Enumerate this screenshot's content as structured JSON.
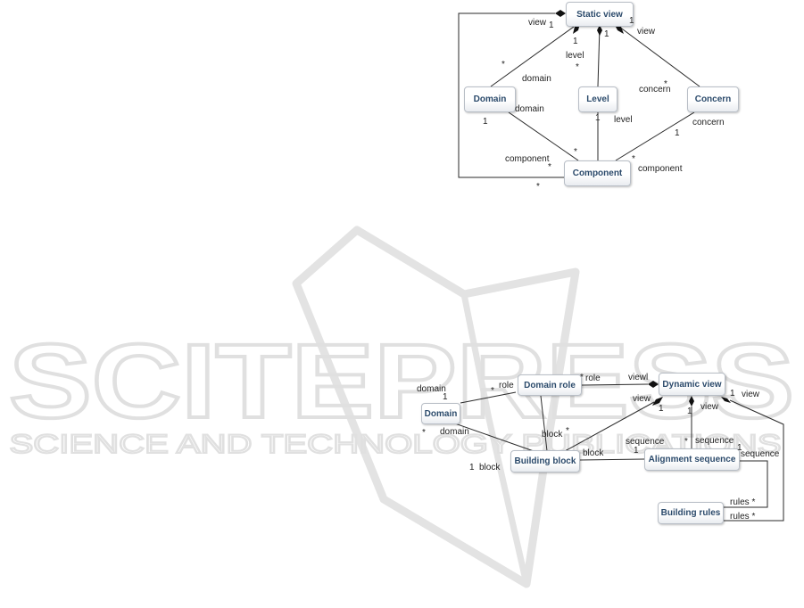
{
  "watermark": {
    "brand": "SCITEPRESS",
    "tagline": "SCIENCE AND TECHNOLOGY PUBLICATIONS"
  },
  "static_diagram": {
    "classes": {
      "static_view": "Static view",
      "domain": "Domain",
      "level": "Level",
      "concern": "Concern",
      "component": "Component"
    },
    "labels": {
      "view_left": "view",
      "one_view_left": "1",
      "one_sv_a": "1",
      "one_sv_b": "1",
      "one_sv_right": "1",
      "view_right": "view",
      "level_role": "level",
      "star_level": "*",
      "star_domain_top": "*",
      "domain_role_top": "domain",
      "concern_star": "*",
      "concern_role": "concern",
      "domain_role_low": "domain",
      "one_domain": "1",
      "level_low": "level",
      "concern_low": "concern",
      "one_concern": "1",
      "star_comp_mid": "*",
      "component_left": "component",
      "star_comp_left": "*",
      "star_comp_right": "*",
      "component_right": "component",
      "star_comp_bottom": "*",
      "one_level_low": "1"
    }
  },
  "dynamic_diagram": {
    "classes": {
      "dynamic_view": "Dynamic view",
      "domain_role": "Domain role",
      "domain": "Domain",
      "building_block": "Building block",
      "alignment_sequence": "Alignment sequence",
      "building_rules": "Building rules"
    },
    "labels": {
      "domain_top": "domain",
      "one_domain": "1",
      "star_role": "*",
      "role": "role",
      "star_role_right": "*",
      "role_right": "role",
      "viewl": "viewl",
      "one_view_right": "1",
      "view_right": "view",
      "view_block": "view",
      "one_block_view": "1",
      "one_seq_view": "1",
      "view_seq": "view",
      "star_domain_left": "*",
      "domain_low": "domain",
      "block_upper": "block",
      "star_block": "*",
      "sequence_left": "sequence",
      "star_sequence": "*",
      "sequence_mid": "sequence",
      "one_seq_left": "1",
      "block_right": "block",
      "one_block": "1",
      "block_left": "block",
      "one_seq_right": "1",
      "sequence_right": "sequence",
      "rules_upper": "rules *",
      "rules_lower": "rules *"
    }
  }
}
